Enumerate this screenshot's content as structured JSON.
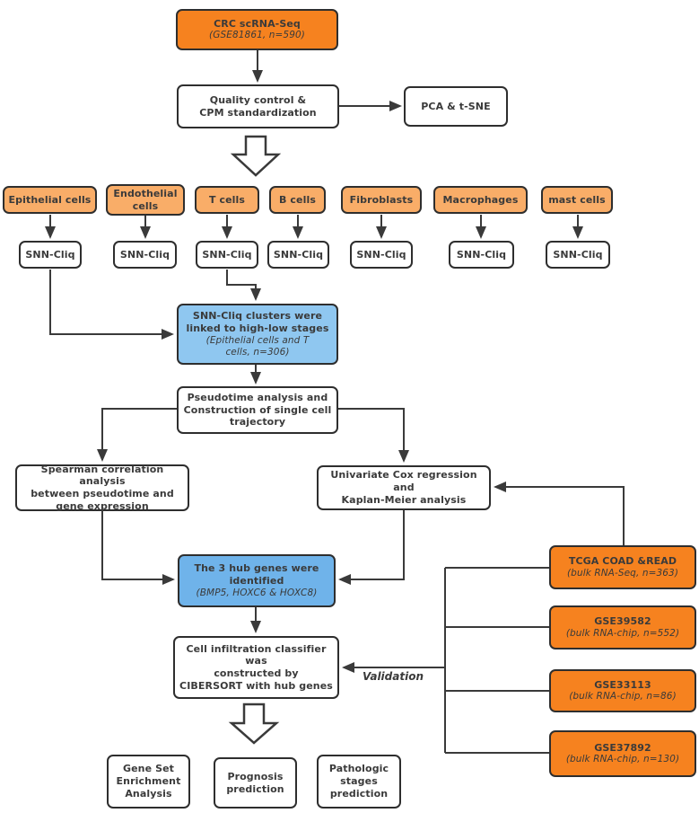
{
  "colors": {
    "orange_strong": "#F6821F",
    "orange_light": "#F9AD68",
    "blue_light": "#8FC7F0",
    "blue_medium": "#6FB3EA",
    "box_border": "#2E2E2E",
    "connector_line": "#3A3A3A",
    "text": "#3A3A3A"
  },
  "nodes": {
    "crc": {
      "title": "CRC scRNA-Seq",
      "subtitle": "(GSE81861, n=590)"
    },
    "qc": {
      "text": "Quality control &\nCPM standardization"
    },
    "pca": {
      "text": "PCA & t-SNE"
    },
    "snn_label": "SNN-Cliq",
    "cluster": {
      "title": "SNN-Cliq clusters were\nlinked to high-low stages",
      "subtitle": "(Epithelial cells and T\ncells, n=306)"
    },
    "pseudotime": {
      "text": "Pseudotime analysis and\nConstruction of single cell\ntrajectory"
    },
    "spearman": {
      "text": "Spearman correlation analysis\nbetween pseudotime and\ngene expression"
    },
    "cox": {
      "text": "Univariate Cox regression and\nKaplan-Meier analysis"
    },
    "hub": {
      "title": "The 3 hub genes were\nidentified",
      "subtitle": "(BMP5, HOXC6 & HOXC8)"
    },
    "cibersort": {
      "text": "Cell infiltration classifier was\nconstructed by\nCIBERSORT with hub genes"
    }
  },
  "cells": [
    {
      "label": "Epithelial cells"
    },
    {
      "label": "Endothelial\ncells"
    },
    {
      "label": "T cells"
    },
    {
      "label": "B cells"
    },
    {
      "label": "Fibroblasts"
    },
    {
      "label": "Macrophages"
    },
    {
      "label": "mast cells"
    }
  ],
  "validation_datasets": [
    {
      "name": "TCGA COAD &READ",
      "detail": "(bulk RNA-Seq, n=363)"
    },
    {
      "name": "GSE39582",
      "detail": "(bulk RNA-chip, n=552)"
    },
    {
      "name": "GSE33113",
      "detail": "(bulk RNA-chip, n=86)"
    },
    {
      "name": "GSE37892",
      "detail": "(bulk RNA-chip, n=130)"
    }
  ],
  "labels": {
    "validation": "Validation"
  },
  "outputs": [
    {
      "text": "Gene Set\nEnrichment\nAnalysis"
    },
    {
      "text": "Prognosis\nprediction"
    },
    {
      "text": "Pathologic\nstages\nprediction"
    }
  ]
}
